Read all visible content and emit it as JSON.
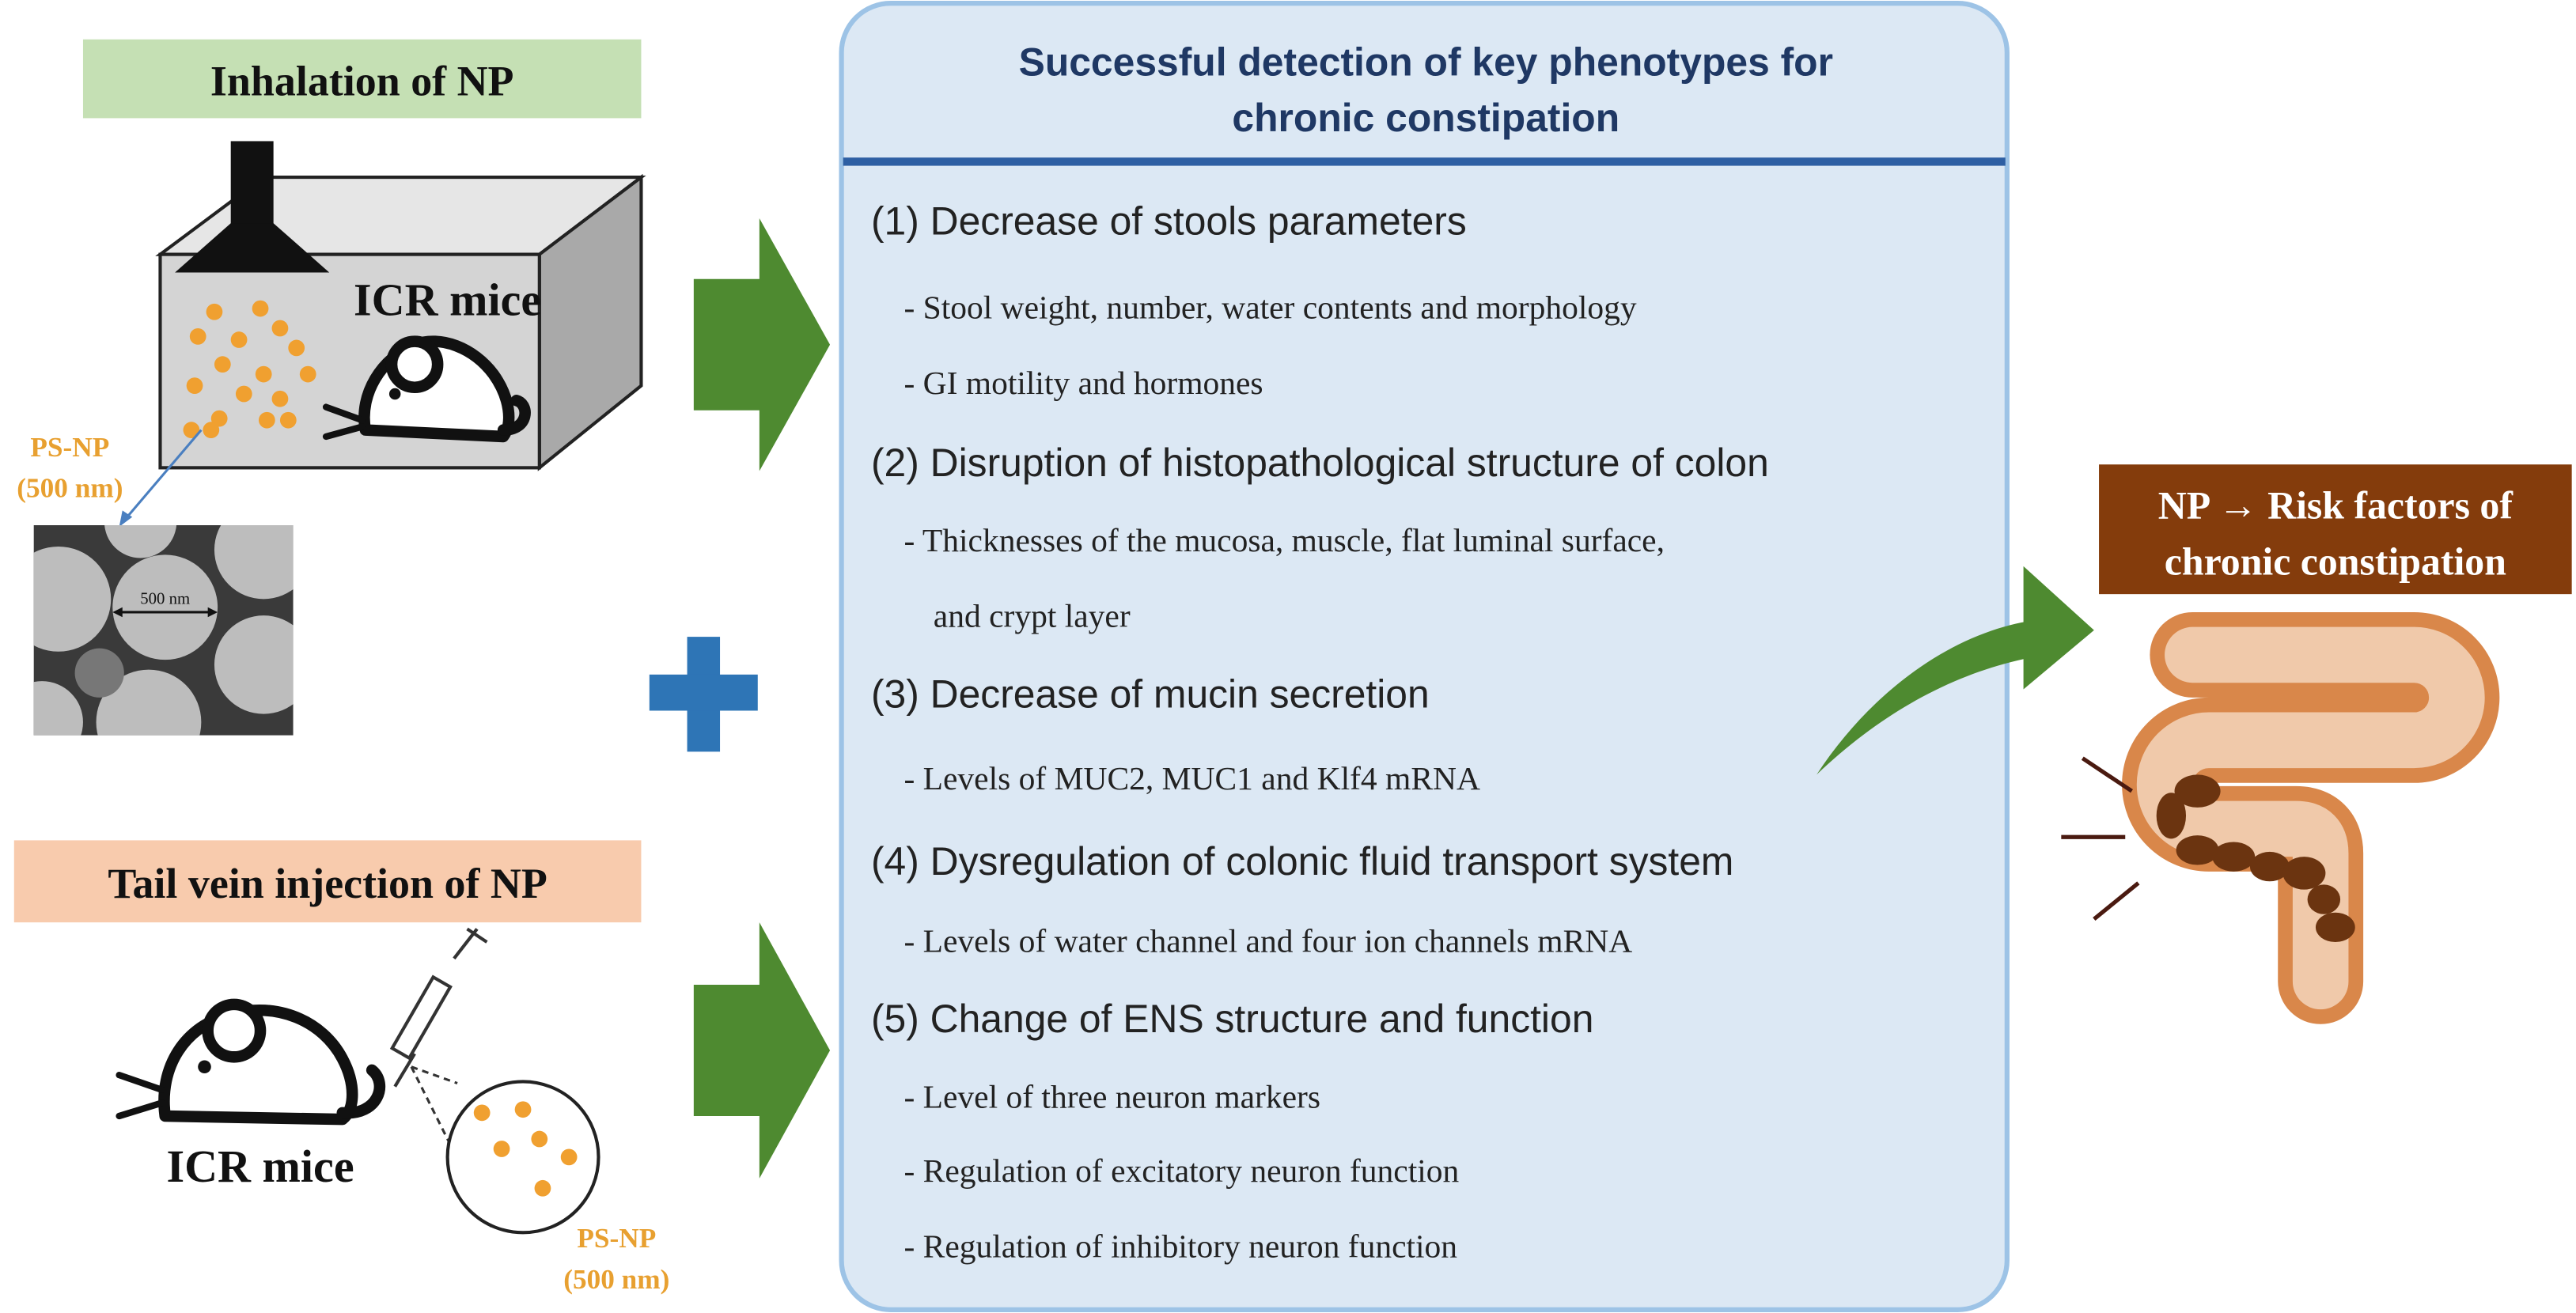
{
  "left_top": {
    "label": "Inhalation of NP",
    "mice_label": "ICR mice",
    "particle_label": "PS-NP",
    "particle_size": "(500 nm)",
    "sem_scale": "500 nm"
  },
  "left_bottom": {
    "label": "Tail vein injection of NP",
    "mice_label": "ICR mice",
    "particle_label": "PS-NP",
    "particle_size": "(500 nm)"
  },
  "center_panel": {
    "title_line1": "Successful detection of key phenotypes for",
    "title_line2": "chronic constipation",
    "sections": [
      {
        "heading": "(1) Decrease of stools parameters",
        "items": [
          "- Stool weight, number, water contents and morphology",
          "- GI motility and hormones"
        ]
      },
      {
        "heading": "(2) Disruption of histopathological structure of colon",
        "items": [
          "- Thicknesses  of the mucosa, muscle, flat luminal surface,",
          "and crypt  layer"
        ]
      },
      {
        "heading": "(3) Decrease of mucin secretion",
        "items": [
          "- Levels of MUC2, MUC1 and Klf4 mRNA"
        ]
      },
      {
        "heading": "(4) Dysregulation of colonic fluid transport system",
        "items": [
          "- Levels  of water channel  and four ion channels  mRNA"
        ]
      },
      {
        "heading": "(5) Change of ENS structure and function",
        "items": [
          "- Level of three neuron markers",
          "- Regulation of excitatory neuron function",
          "- Regulation of inhibitory neuron function"
        ]
      }
    ]
  },
  "right": {
    "title_line1": "NP → Risk factors of",
    "title_line2": "chronic constipation"
  },
  "colors": {
    "green_label": "#c5e0b4",
    "peach_label": "#f8cbad",
    "arrow_green": "#4e8a30",
    "plus_blue": "#2e75b6",
    "panel_fill": "#dce8f4",
    "panel_title": "#1f3864",
    "brown_box": "#843c0c",
    "orange_particle": "#f0a030"
  }
}
